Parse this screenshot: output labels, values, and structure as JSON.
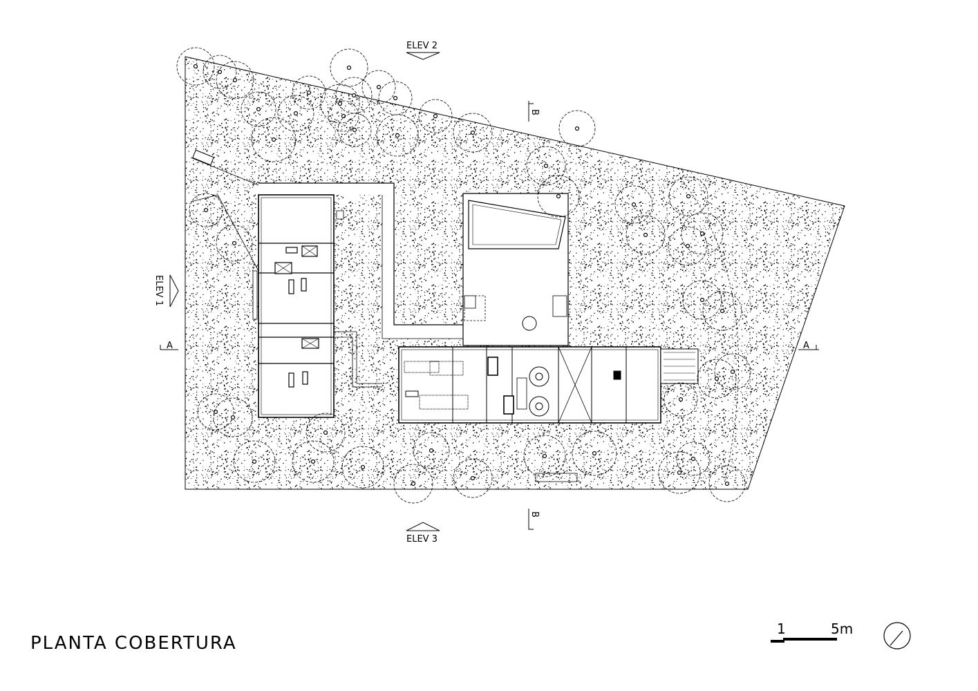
{
  "title": "PLANTA COBERTURA",
  "elevations": {
    "elev1": "ELEV 1",
    "elev2": "ELEV 2",
    "elev3": "ELEV 3"
  },
  "sections": {
    "a_left": "A",
    "a_right": "A",
    "b_top": "B",
    "b_bottom": "B"
  },
  "scale_bar": {
    "start_label": "1",
    "end_label": "5m"
  },
  "colors": {
    "ink": "#000000",
    "paper": "#ffffff"
  }
}
